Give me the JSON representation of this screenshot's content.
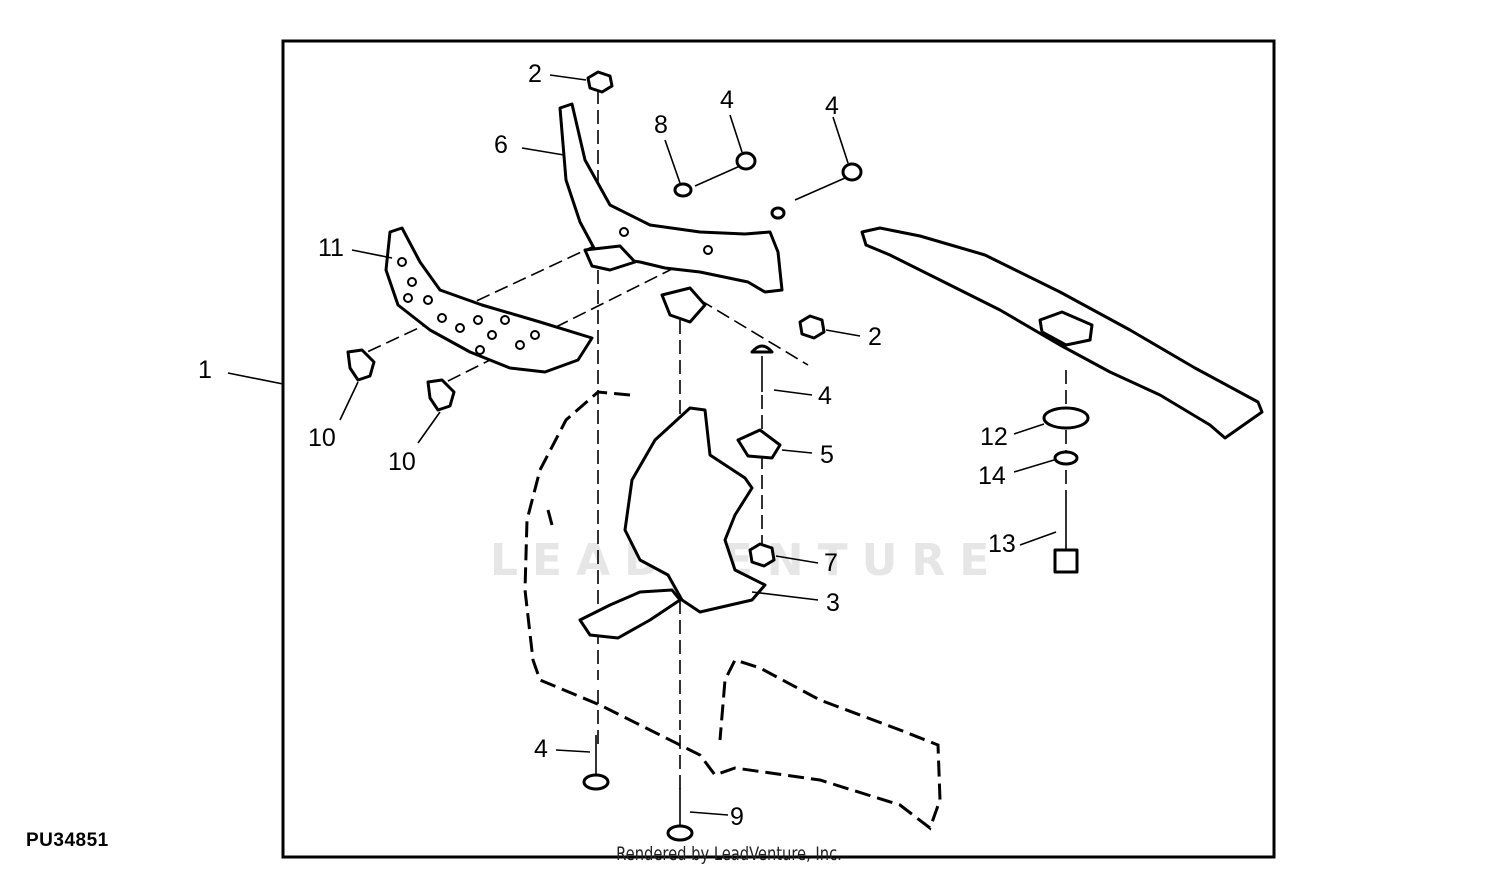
{
  "figure_id": "PU34851",
  "credit": "Rendered by LeadVenture, Inc.",
  "watermark": "LEADVENTURE",
  "callouts": {
    "c1": "1",
    "c2_top": "2",
    "c2_right": "2",
    "c3": "3",
    "c4_bolt_a": "4",
    "c4_bolt_b": "4",
    "c4_mid": "4",
    "c4_bottom": "4",
    "c5": "5",
    "c6": "6",
    "c7": "7",
    "c8": "8",
    "c9": "9",
    "c10_left": "10",
    "c10_mid": "10",
    "c11": "11",
    "c12": "12",
    "c13": "13",
    "c14": "14"
  }
}
